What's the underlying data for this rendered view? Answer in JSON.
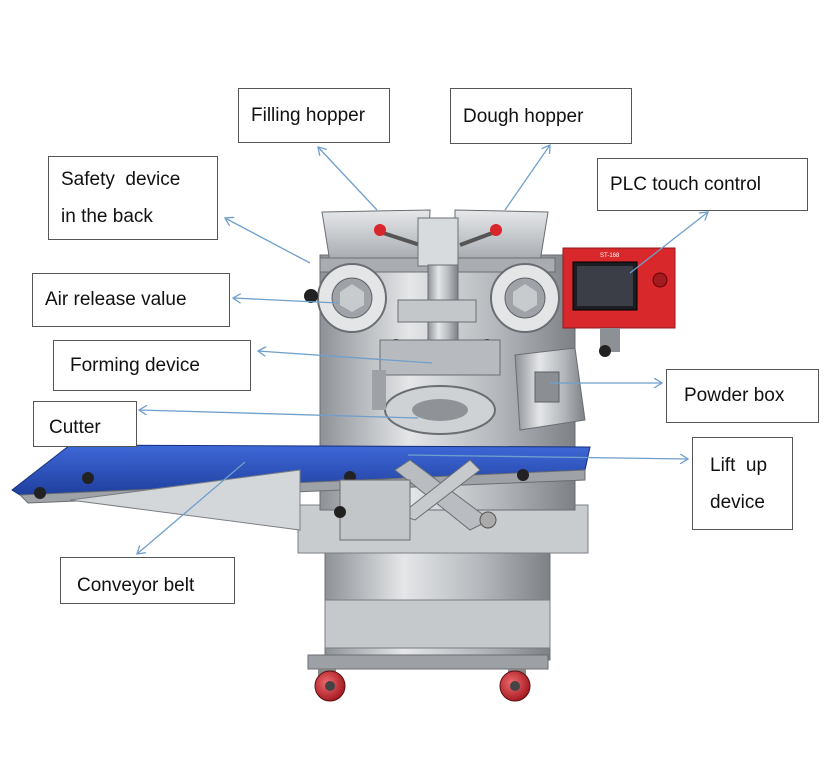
{
  "labels": {
    "filling_hopper": "Filling hopper",
    "dough_hopper": "Dough hopper",
    "safety_device_line1": "Safety  device",
    "safety_device_line2": "in the back",
    "plc_touch_control": "PLC touch control",
    "air_release_value": "Air release value",
    "forming_device": "Forming device",
    "powder_box": "Powder box",
    "cutter": "Cutter",
    "lift_up_line1": "Lift  up",
    "lift_up_line2": "device",
    "conveyor_belt": "Conveyor belt"
  },
  "machine_panel_text": "ST-168",
  "colors": {
    "arrow": "#6f9fcc",
    "belt": "#2f56c6",
    "steel": "#b9bcc0",
    "knob_red": "#d9262c",
    "panel_red": "#d8282c"
  }
}
